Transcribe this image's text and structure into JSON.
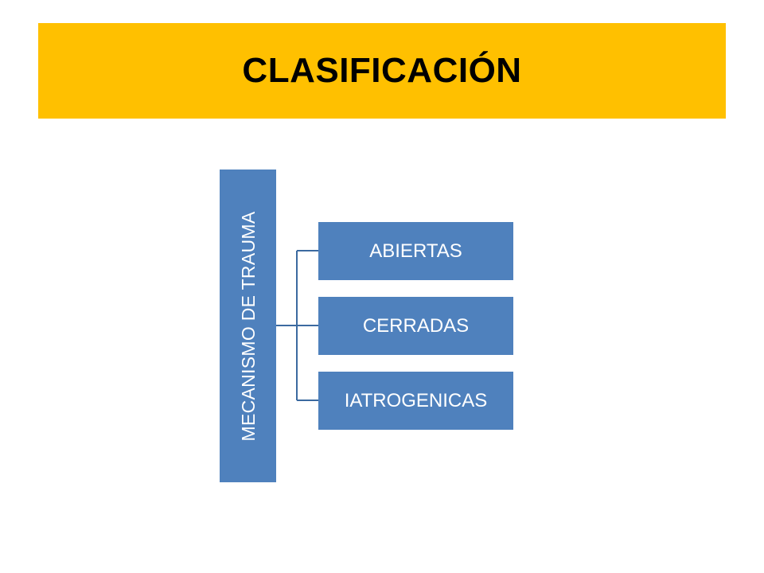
{
  "title": "CLASIFICACIÓN",
  "diagram": {
    "root": {
      "label": "MECANISMO DE TRAUMA"
    },
    "children": [
      {
        "label": "ABIERTAS"
      },
      {
        "label": "CERRADAS"
      },
      {
        "label": "IATROGENICAS"
      }
    ]
  },
  "colors": {
    "title_bar": "#ffc000",
    "node_fill": "#4f81bd",
    "connector": "#3b6aa0",
    "node_text": "#ffffff"
  }
}
